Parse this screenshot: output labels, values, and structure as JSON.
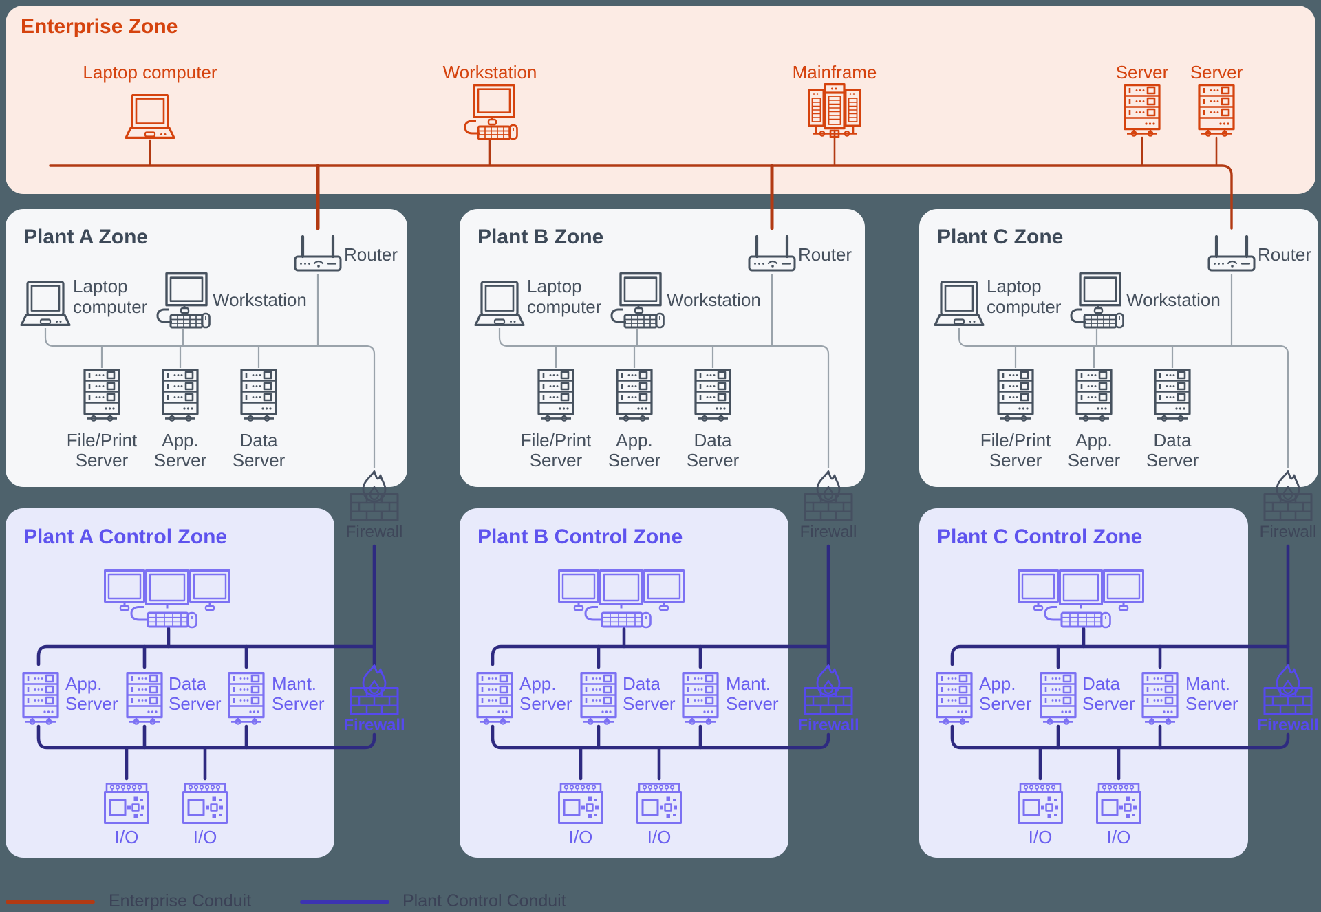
{
  "enterprise": {
    "title": "Enterprise Zone",
    "devices": [
      "Laptop computer",
      "Workstation",
      "Mainframe",
      "Server",
      "Server"
    ]
  },
  "plant_zones": [
    {
      "title": "Plant A Zone",
      "router": "Router",
      "laptop_l1": "Laptop",
      "laptop_l2": "computer",
      "workstation": "Workstation",
      "servers": [
        [
          "File/Print",
          "Server"
        ],
        [
          "App.",
          "Server"
        ],
        [
          "Data",
          "Server"
        ]
      ],
      "firewall": "Firewall"
    },
    {
      "title": "Plant B Zone",
      "router": "Router",
      "laptop_l1": "Laptop",
      "laptop_l2": "computer",
      "workstation": "Workstation",
      "servers": [
        [
          "File/Print",
          "Server"
        ],
        [
          "App.",
          "Server"
        ],
        [
          "Data",
          "Server"
        ]
      ],
      "firewall": "Firewall"
    },
    {
      "title": "Plant C Zone",
      "router": "Router",
      "laptop_l1": "Laptop",
      "laptop_l2": "computer",
      "workstation": "Workstation",
      "servers": [
        [
          "File/Print",
          "Server"
        ],
        [
          "App.",
          "Server"
        ],
        [
          "Data",
          "Server"
        ]
      ],
      "firewall": "Firewall"
    }
  ],
  "control_zones": [
    {
      "title": "Plant A Control Zone",
      "servers": [
        [
          "App.",
          "Server"
        ],
        [
          "Data",
          "Server"
        ],
        [
          "Mant.",
          "Server"
        ]
      ],
      "io": [
        "I/O",
        "I/O"
      ],
      "firewall": "Firewall"
    },
    {
      "title": "Plant B Control Zone",
      "servers": [
        [
          "App.",
          "Server"
        ],
        [
          "Data",
          "Server"
        ],
        [
          "Mant.",
          "Server"
        ]
      ],
      "io": [
        "I/O",
        "I/O"
      ],
      "firewall": "Firewall"
    },
    {
      "title": "Plant C Control Zone",
      "servers": [
        [
          "App.",
          "Server"
        ],
        [
          "Data",
          "Server"
        ],
        [
          "Mant.",
          "Server"
        ]
      ],
      "io": [
        "I/O",
        "I/O"
      ],
      "firewall": "Firewall"
    }
  ],
  "legend": [
    {
      "label": "Enterprise Conduit"
    },
    {
      "label": "Plant Control Conduit"
    }
  ],
  "colors": {
    "background": "#4e626c",
    "enterprise-bg": "#fcebe4",
    "enterprise-accent": "#d5430e",
    "enterprise-conduit": "#b23a13",
    "plant-bg": "#f6f7f9",
    "slate-title": "#3d4958",
    "control-bg": "#e8eafb",
    "control-title": "#5e53ee",
    "purple-icon": "#7c71f3",
    "conduit": "#2e2a80",
    "fw-purple": "#5649ee",
    "legend-blue": "#3c33b2"
  }
}
